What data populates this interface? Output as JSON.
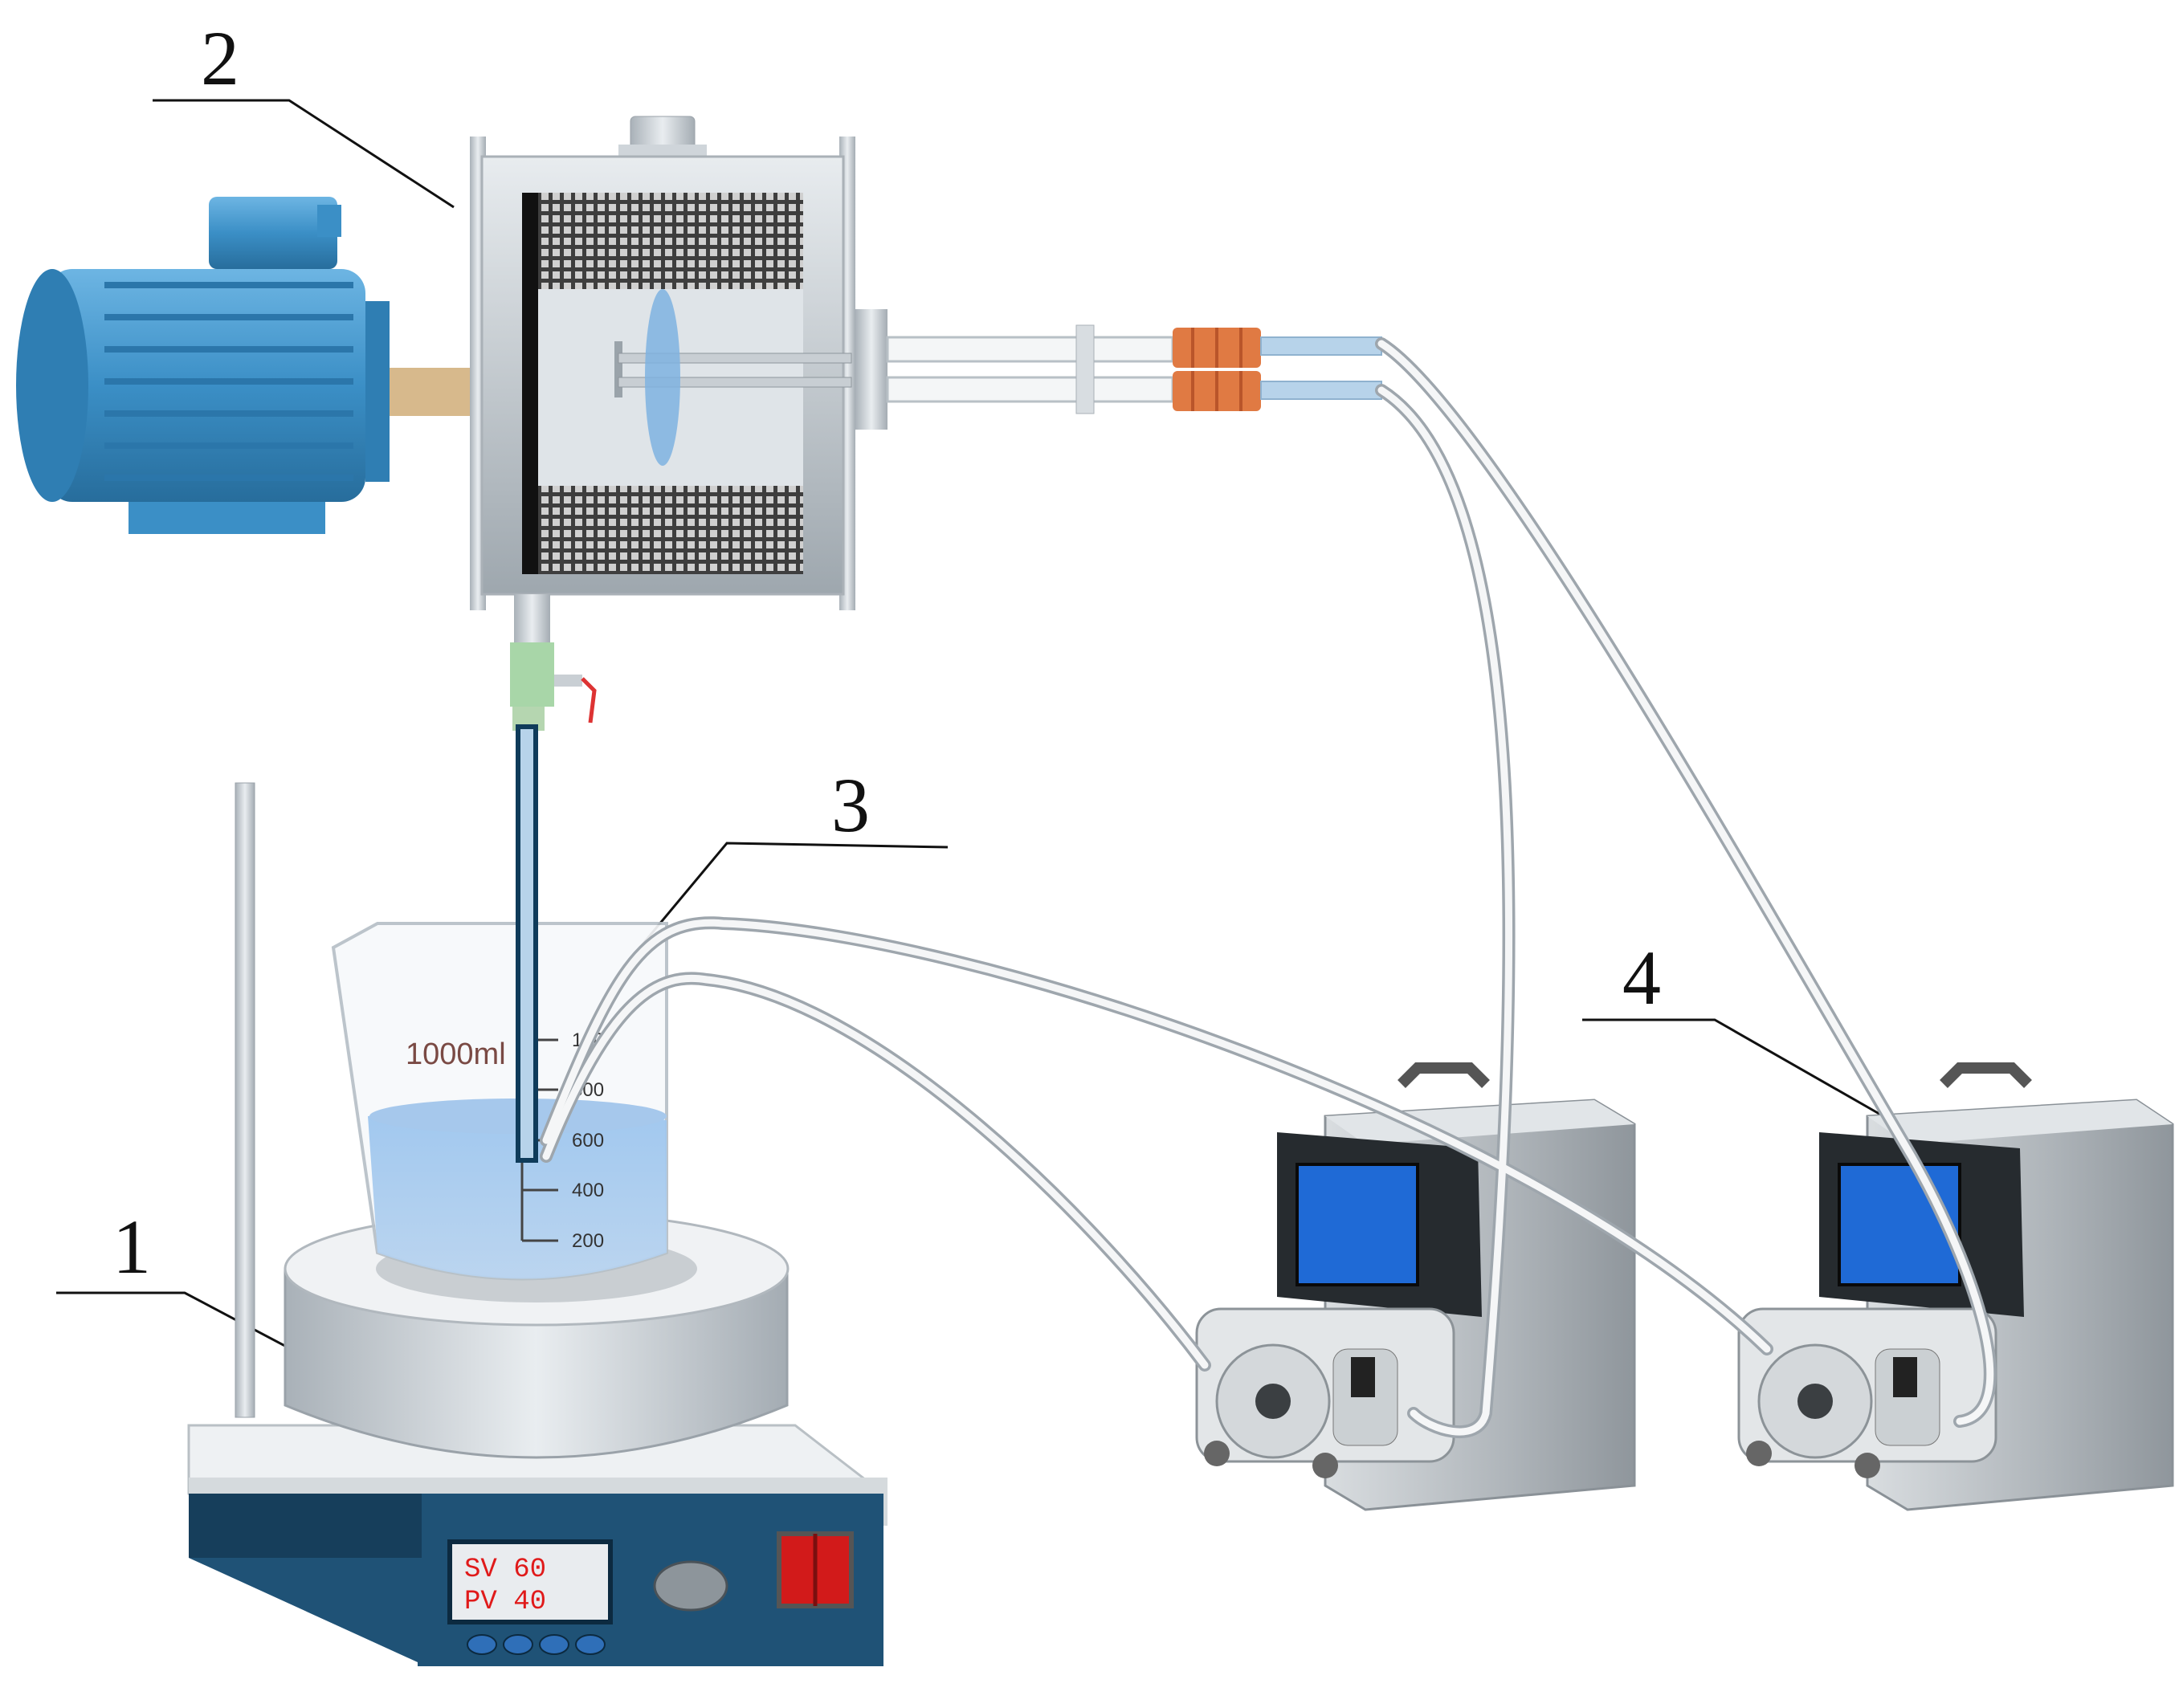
{
  "callouts": {
    "c1": "1",
    "c2": "2",
    "c3": "3",
    "c4": "4"
  },
  "beaker": {
    "volume_label": "1000ml",
    "scale": [
      "100",
      "800",
      "600",
      "400",
      "200"
    ]
  },
  "stirrer": {
    "display_sv": "SV 60",
    "display_pv": "PV 40"
  },
  "colors": {
    "motor": "#3b8fc6",
    "liquid": "#8ab8e6",
    "tubing": "#b7d3ea",
    "coupling": "#e07a43",
    "hotplate_base": "#1f5276",
    "display_text": "#e01a1a",
    "pump_body": "#bfc4c8"
  },
  "icons": {
    "motor": "electric-motor-icon",
    "reactor": "reactor-vessel-icon",
    "beaker": "beaker-icon",
    "stirrer": "magnetic-stirrer-icon",
    "pump": "peristaltic-pump-icon"
  }
}
